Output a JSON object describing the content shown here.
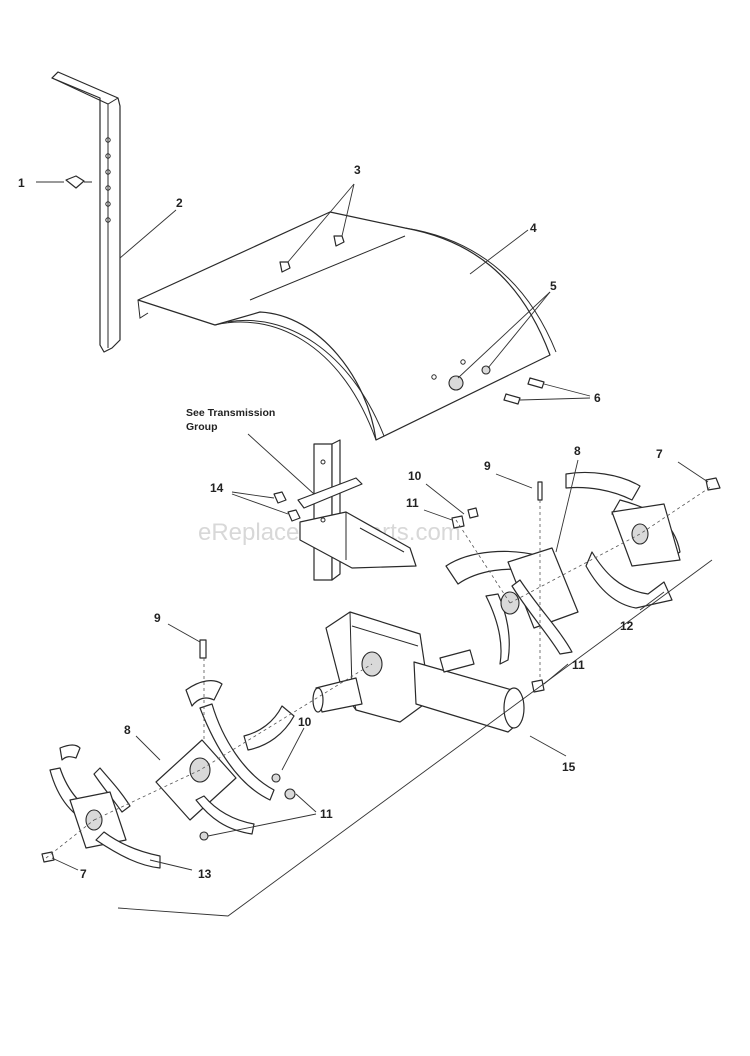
{
  "watermark": "eReplacementParts.com",
  "note": {
    "line1": "See Transmission",
    "line2": "Group"
  },
  "callouts": {
    "c1": "1",
    "c2": "2",
    "c3": "3",
    "c4": "4",
    "c5": "5",
    "c6": "6",
    "c7a": "7",
    "c7b": "7",
    "c8a": "8",
    "c8b": "8",
    "c9a": "9",
    "c9b": "9",
    "c10a": "10",
    "c10b": "10",
    "c11a": "11",
    "c11b": "11",
    "c11c": "11",
    "c12": "12",
    "c13": "13",
    "c14": "14",
    "c15": "15"
  }
}
